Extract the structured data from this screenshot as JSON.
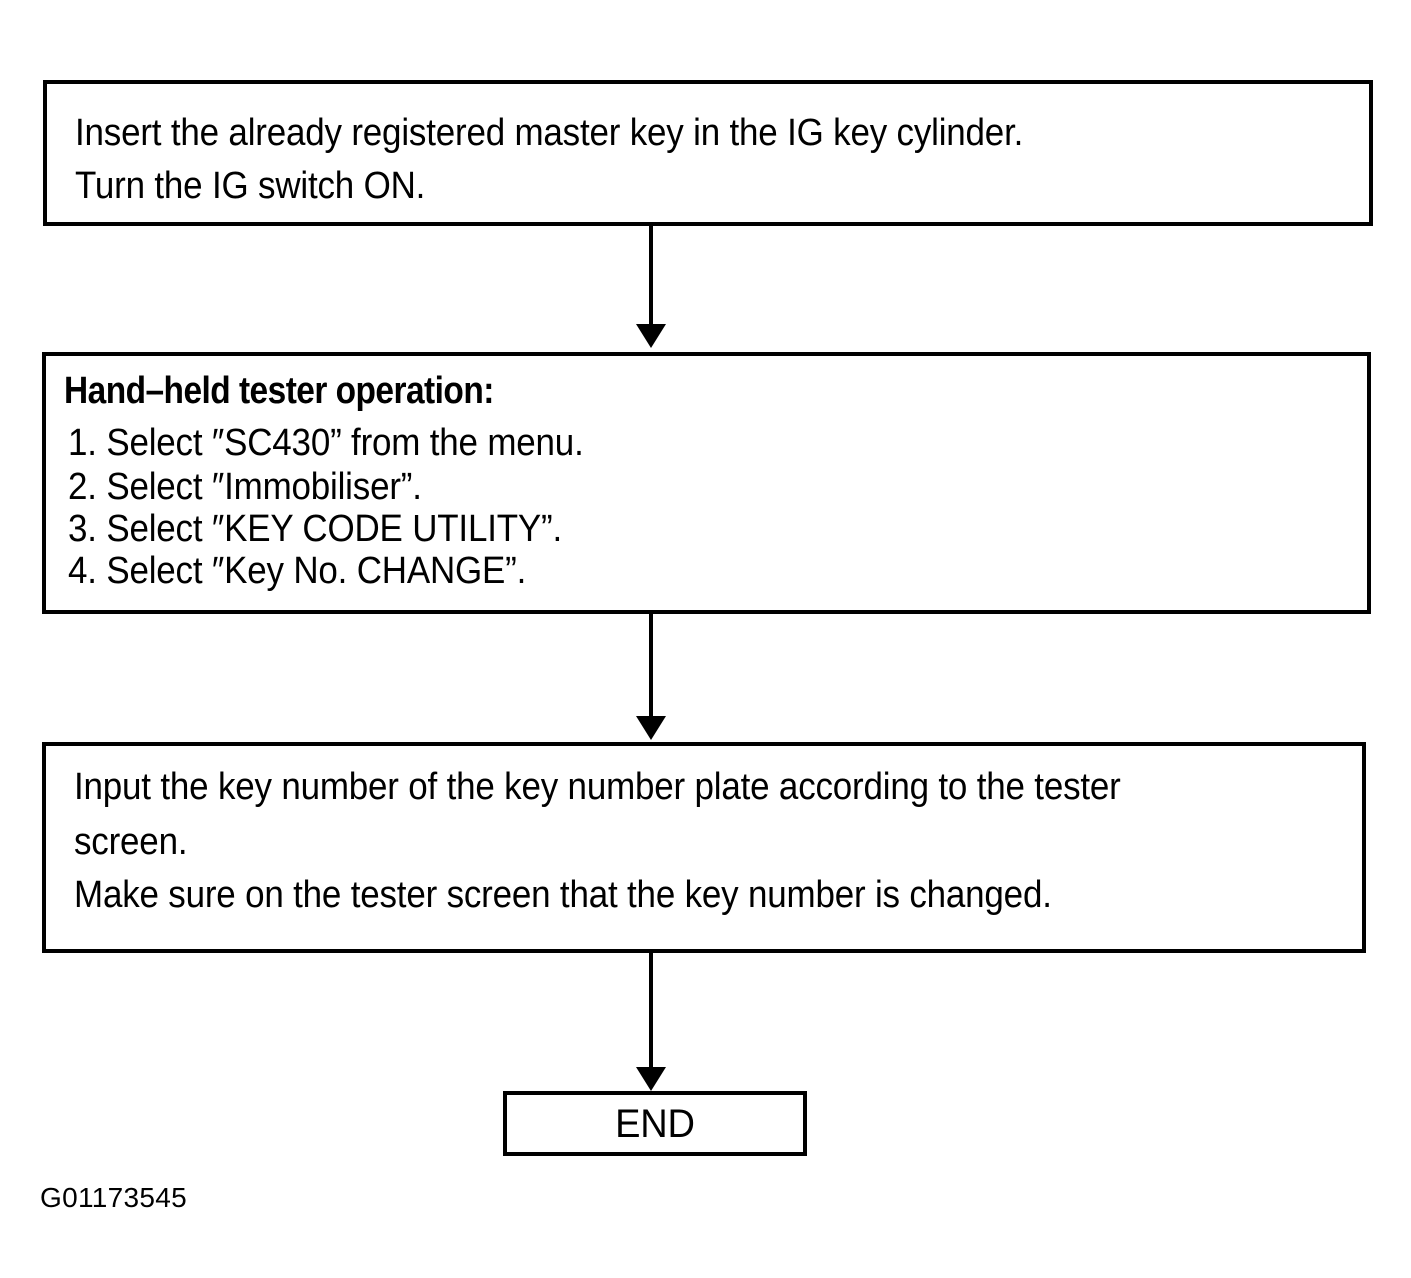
{
  "figure": {
    "id_label": "G01173545",
    "background_color": "#ffffff",
    "ink_color": "#000000"
  },
  "flowchart": {
    "type": "flowchart",
    "orientation": "top-to-bottom",
    "node_count": 4,
    "connector_count": 3,
    "nodes": [
      {
        "id": "start",
        "shape": "rectangle",
        "heading": null,
        "lines": [
          "Insert the already registered master key in the IG key cylinder.",
          "Turn the IG switch ON."
        ]
      },
      {
        "id": "tester-operation",
        "shape": "rectangle",
        "heading": "Hand–held tester operation:",
        "lines": [
          "1. Select ″SC430” from the menu.",
          "2. Select ″Immobiliser”.",
          "3. Select ″KEY CODE UTILITY”.",
          "4. Select ″Key No. CHANGE”."
        ]
      },
      {
        "id": "input-key-number",
        "shape": "rectangle",
        "heading": null,
        "lines": [
          "Input the key number of the key number plate according to the tester",
          "screen.",
          "Make sure on the tester screen that the key number is changed."
        ]
      },
      {
        "id": "end",
        "shape": "rectangle",
        "heading": null,
        "lines": [
          "END"
        ]
      }
    ],
    "connectors": [
      {
        "id": "connector-1",
        "from": "start",
        "to": "tester-operation",
        "style": "solid-line-filled-arrowhead",
        "direction": "down"
      },
      {
        "id": "connector-2",
        "from": "tester-operation",
        "to": "input-key-number",
        "style": "solid-line-filled-arrowhead",
        "direction": "down"
      },
      {
        "id": "connector-3",
        "from": "input-key-number",
        "to": "end",
        "style": "solid-line-filled-arrowhead",
        "direction": "down"
      }
    ]
  }
}
